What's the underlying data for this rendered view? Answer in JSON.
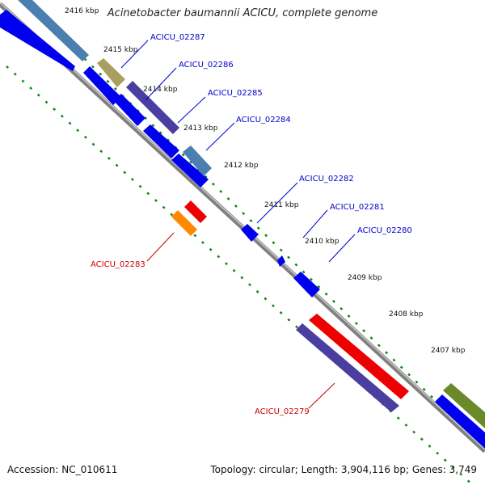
{
  "title": "Acinetobacter baumannii ACICU, complete genome",
  "footer": {
    "accession": "Accession: NC_010611",
    "summary": "Topology: circular; Length: 3,904,116 bp; Genes: 3,749"
  },
  "colors": {
    "backbone": "#888888",
    "forward_label": "#0000cc",
    "reverse_label": "#cc0000",
    "tick_mark": "#118811"
  },
  "ticks": [
    "2416 kbp",
    "2415 kbp",
    "2414 kbp",
    "2413 kbp",
    "2412 kbp",
    "2411 kbp",
    "2410 kbp",
    "2409 kbp",
    "2408 kbp",
    "2407 kbp"
  ],
  "gene_labels": [
    {
      "text": "ACICU_02287",
      "strand": "forward"
    },
    {
      "text": "ACICU_02286",
      "strand": "forward"
    },
    {
      "text": "ACICU_02285",
      "strand": "forward"
    },
    {
      "text": "ACICU_02284",
      "strand": "forward"
    },
    {
      "text": "ACICU_02282",
      "strand": "forward"
    },
    {
      "text": "ACICU_02281",
      "strand": "forward"
    },
    {
      "text": "ACICU_02280",
      "strand": "forward"
    },
    {
      "text": "ACICU_02283",
      "strand": "reverse"
    },
    {
      "text": "ACICU_02279",
      "strand": "reverse"
    }
  ]
}
